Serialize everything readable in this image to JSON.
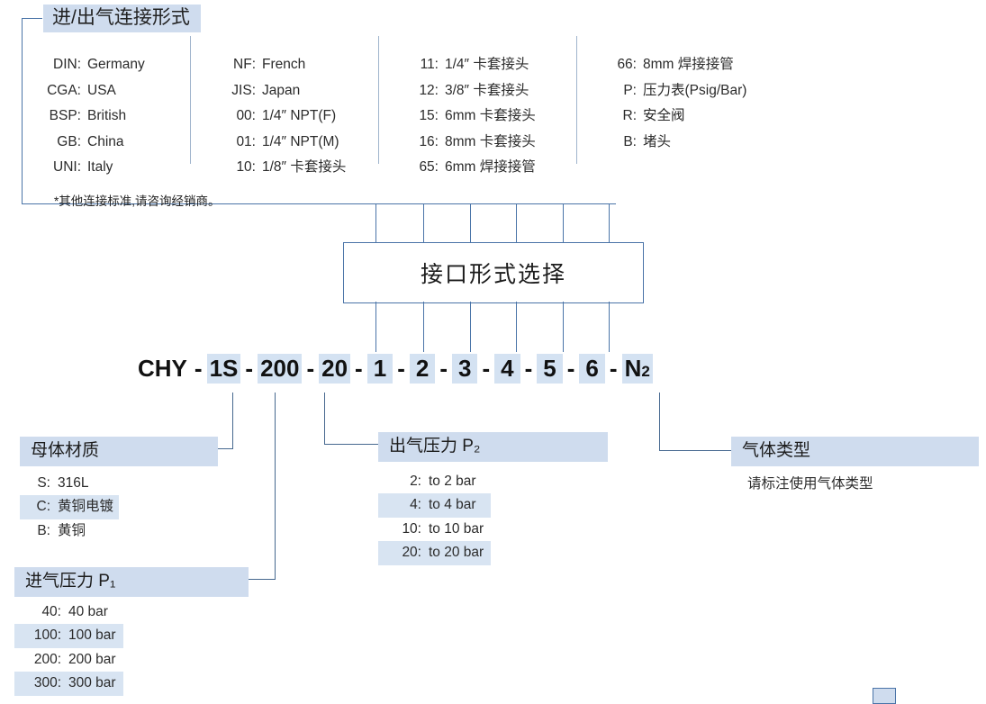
{
  "top_panel": {
    "title": "进/出气连接形式",
    "footnote": "*其他连接标准,请咨询经销商。",
    "columns": [
      {
        "name": "standards",
        "items": [
          {
            "key": "DIN:",
            "val": "Germany"
          },
          {
            "key": "CGA:",
            "val": "USA"
          },
          {
            "key": "BSP:",
            "val": "British"
          },
          {
            "key": "GB:",
            "val": "China"
          },
          {
            "key": "UNI:",
            "val": "Italy"
          }
        ]
      },
      {
        "name": "threads",
        "items": [
          {
            "key": "NF:",
            "val": "French"
          },
          {
            "key": "JIS:",
            "val": "Japan"
          },
          {
            "key": "00:",
            "val": "1/4″ NPT(F)"
          },
          {
            "key": "01:",
            "val": "1/4″ NPT(M)"
          },
          {
            "key": "10:",
            "val": "1/8″ 卡套接头"
          }
        ]
      },
      {
        "name": "ferrule-fittings",
        "items": [
          {
            "key": "11:",
            "val": "1/4″ 卡套接头"
          },
          {
            "key": "12:",
            "val": "3/8″ 卡套接头"
          },
          {
            "key": "15:",
            "val": "6mm 卡套接头"
          },
          {
            "key": "16:",
            "val": "8mm 卡套接头"
          },
          {
            "key": "65:",
            "val": "6mm 焊接接管"
          }
        ]
      },
      {
        "name": "accessories",
        "items": [
          {
            "key": "66:",
            "val": "8mm 焊接接管"
          },
          {
            "key": "P:",
            "val": "压力表(Psig/Bar)"
          },
          {
            "key": "R:",
            "val": "安全阀"
          },
          {
            "key": "B:",
            "val": "堵头"
          }
        ]
      }
    ]
  },
  "center_box": {
    "label": "接口形式选择"
  },
  "model_code": {
    "tokens": [
      {
        "text": "CHY",
        "highlight": false
      },
      {
        "text": "1S",
        "highlight": true
      },
      {
        "text": "200",
        "highlight": true
      },
      {
        "text": "20",
        "highlight": true
      },
      {
        "text": "1",
        "highlight": true
      },
      {
        "text": "2",
        "highlight": true
      },
      {
        "text": "3",
        "highlight": true
      },
      {
        "text": "4",
        "highlight": true
      },
      {
        "text": "5",
        "highlight": true
      },
      {
        "text": "6",
        "highlight": true
      },
      {
        "text": "N",
        "sub": "2",
        "highlight": true
      }
    ],
    "separator": "-",
    "full_code": "CHY - 1S -200- 20 - 1 - 2 - 3 - 4 - 5 - 6 - N2"
  },
  "body_material": {
    "title": "母体材质",
    "items": [
      {
        "key": "S:",
        "val": "316L",
        "shade": false
      },
      {
        "key": "C:",
        "val": "黄铜电镀",
        "shade": true
      },
      {
        "key": "B:",
        "val": "黄铜",
        "shade": false
      }
    ]
  },
  "inlet_pressure": {
    "title": "进气压力 P₁",
    "items": [
      {
        "key": "40:",
        "val": "40 bar",
        "shade": false
      },
      {
        "key": "100:",
        "val": "100 bar",
        "shade": true
      },
      {
        "key": "200:",
        "val": "200 bar",
        "shade": false
      },
      {
        "key": "300:",
        "val": "300 bar",
        "shade": true
      }
    ]
  },
  "outlet_pressure": {
    "title": "出气压力 P₂",
    "items": [
      {
        "key": "2:",
        "val": "to 2 bar",
        "shade": false
      },
      {
        "key": "4:",
        "val": "to 4 bar",
        "shade": true
      },
      {
        "key": "10:",
        "val": "to 10 bar",
        "shade": false
      },
      {
        "key": "20:",
        "val": "to 20 bar",
        "shade": true
      }
    ]
  },
  "gas_type": {
    "title": "气体类型",
    "note": "请标注使用气体类型"
  },
  "colors": {
    "line": "#4a74a8",
    "title_band": "#cfdcee",
    "row_shade": "#d8e4f2",
    "code_highlight": "#d4e2f2",
    "divider": "#9fb4cc",
    "text": "#2b2b2b"
  }
}
